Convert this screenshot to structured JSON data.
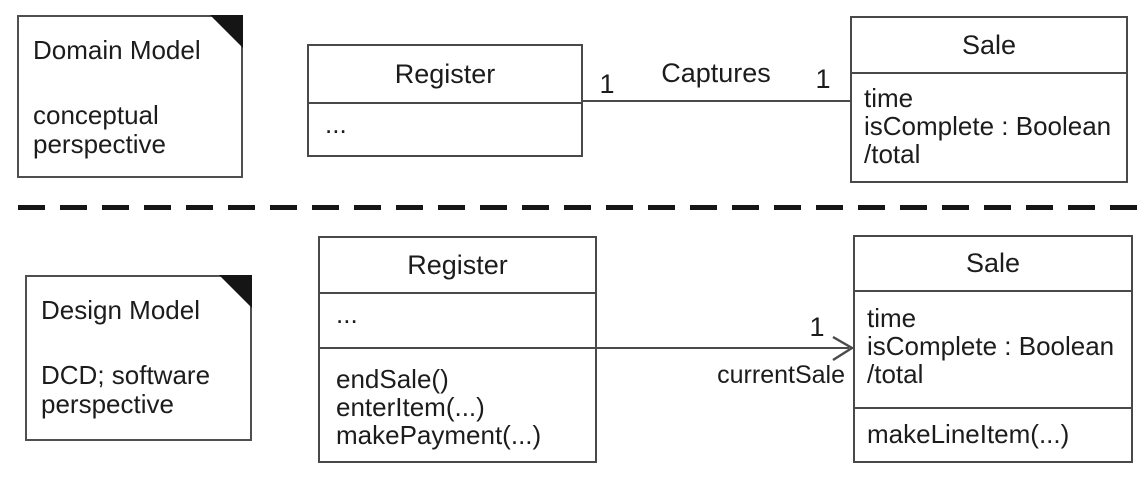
{
  "notes": {
    "domain": {
      "title": "Domain Model",
      "body": "conceptual\nperspective"
    },
    "design": {
      "title": "Design Model",
      "body": "DCD; software\nperspective"
    }
  },
  "domain_model": {
    "register": {
      "name": "Register",
      "attributes": [
        "..."
      ]
    },
    "sale": {
      "name": "Sale",
      "attributes": [
        "time",
        "isComplete : Boolean",
        "/total"
      ]
    },
    "association": {
      "name": "Captures",
      "register_end_multiplicity": "1",
      "sale_end_multiplicity": "1"
    }
  },
  "design_model": {
    "register": {
      "name": "Register",
      "attributes": [
        "..."
      ],
      "operations": [
        "endSale()",
        "enterItem(...)",
        "makePayment(...)"
      ]
    },
    "sale": {
      "name": "Sale",
      "attributes": [
        "time",
        "isComplete : Boolean",
        "/total"
      ],
      "operations": [
        "makeLineItem(...)"
      ]
    },
    "association": {
      "multiplicity": "1",
      "role_name": "currentSale"
    }
  },
  "colors": {
    "box_border": "#494949",
    "text": "#1c1c1c",
    "separator": "#161616"
  }
}
